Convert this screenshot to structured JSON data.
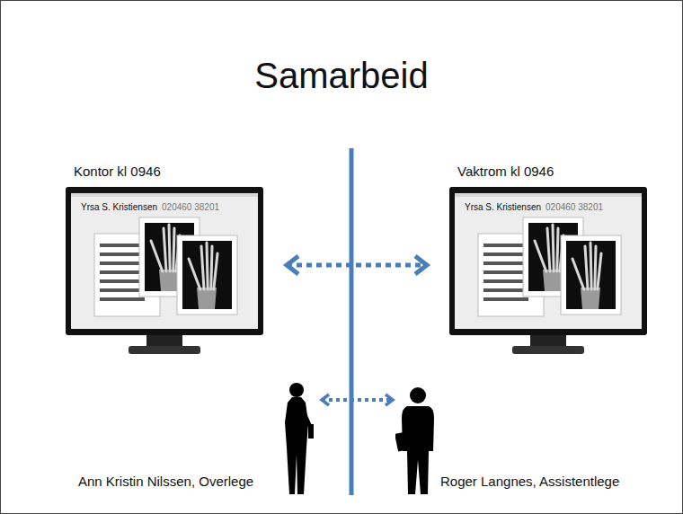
{
  "diagram": {
    "title": "Samarbeid",
    "nodes": [
      {
        "text": [
          "Kontor kl 0946",
          "Yrsa S. Kristiensen",
          "020460 38201"
        ]
      },
      {
        "text": [
          "Vaktrom kl 0946",
          "Yrsa S. Kristiensen",
          "020460 38201"
        ]
      },
      {
        "text": [
          "Ann Kristin Nilssen, Overlege"
        ]
      },
      {
        "text": [
          "Roger Langnes, Assistentlege"
        ]
      }
    ],
    "edges": [
      {
        "from": 0,
        "to": 1,
        "arrow": "both"
      },
      {
        "from": 2,
        "to": 3,
        "arrow": "both"
      }
    ]
  }
}
